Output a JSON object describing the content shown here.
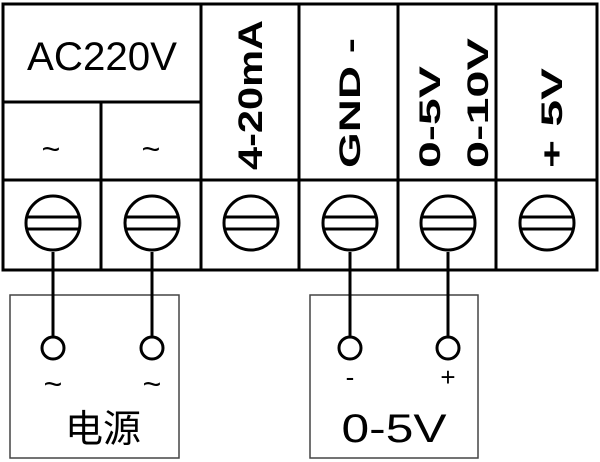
{
  "terminal_block": {
    "columns": [
      {
        "id": "ac1",
        "label": "~",
        "group": "AC220V"
      },
      {
        "id": "ac2",
        "label": "~",
        "group": "AC220V"
      },
      {
        "id": "ma",
        "label": "4-20mA"
      },
      {
        "id": "gnd",
        "label": "GND  -"
      },
      {
        "id": "volt",
        "label_line1": "0-5V",
        "label_line2": "0-10V"
      },
      {
        "id": "plus5",
        "label": "+ 5V"
      }
    ],
    "group_label": "AC220V"
  },
  "power_box": {
    "terminals": [
      "~",
      "~"
    ],
    "label": "电源"
  },
  "signal_box": {
    "terminals": [
      "-",
      "+"
    ],
    "label": "0-5V"
  }
}
